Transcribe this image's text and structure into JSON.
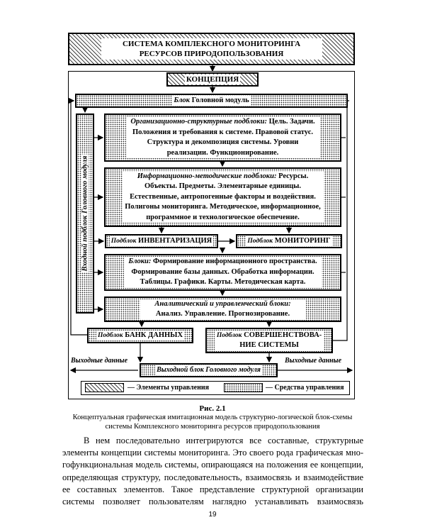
{
  "diagram": {
    "title": "СИСТЕМА КОМПЛЕКСНОГО МОНИТОРИНГА РЕСУРСОВ ПРИРОДОПОЛЬЗОВАНИЯ",
    "concept": "КОНЦЕПЦИЯ",
    "head_block_label": "Блок",
    "head_block_name": "Головной модуль",
    "input_subblock": "Входной подблок Головного модуля",
    "org_label": "Организационно-структурные подблоки:",
    "org_text": "Цель. Задачи. Положения и требования к системе. Правовой статус. Структура и декомпозиция системы. Уровни реализации. Функционирование.",
    "info_label": "Информационно-методические подблоки:",
    "info_text": "Ресурсы. Объекты. Предметы. Элементарные единицы. Естественные, антропогенные факторы и воздействия. Полигоны мониторинга. Методическое, информационное, программное и технологическое обеспечение.",
    "inventory_label": "Подблок",
    "inventory_name": "ИНВЕНТАРИЗАЦИЯ",
    "monitoring_label": "Подблок",
    "monitoring_name": "МОНИТОРИНГ",
    "blocks_label": "Блоки:",
    "blocks_text": "Формирование информационного пространства. Формирование базы данных. Обработка информации. Таблицы. Графики. Карты. Методическая карта.",
    "analytic_label": "Аналитический и управленческий блоки:",
    "analytic_text": "Анализ. Управление. Прогнозирование.",
    "databank_label": "Подблок",
    "databank_name": "БАНК ДАННЫХ",
    "improve_label": "Подблок",
    "improve_name": "СОВЕРШЕНСТВОВА-НИЕ СИСТЕМЫ",
    "output_left": "Выходные данные",
    "output_right": "Выходные данные",
    "output_block": "Выходной блок Головного модуля",
    "legend_control_elements": "— Элементы управления",
    "legend_control_means": "— Средства управления"
  },
  "figure": {
    "number": "Рис. 2.1",
    "caption_line1": "Концептуальная графическая имитационная модель структурно-логической блок-схемы",
    "caption_line2": "системы Комплексного мониторинга ресурсов природопользования"
  },
  "body_text": [
    "В нем последовательно интегрируются все составные, структурные",
    "элементы концепции системы мониторинга. Это своего рода графическая мно-",
    "гофункциональная модель системы, опирающаяся на положения ее концепции,",
    "определяющая структуру, последовательность, взаимосвязь и взаимодействие",
    "ее составных элементов. Такое представление структурной организации",
    "системы позволяет пользователям наглядно устанавливать взаимосвязь"
  ],
  "page_number": "19"
}
